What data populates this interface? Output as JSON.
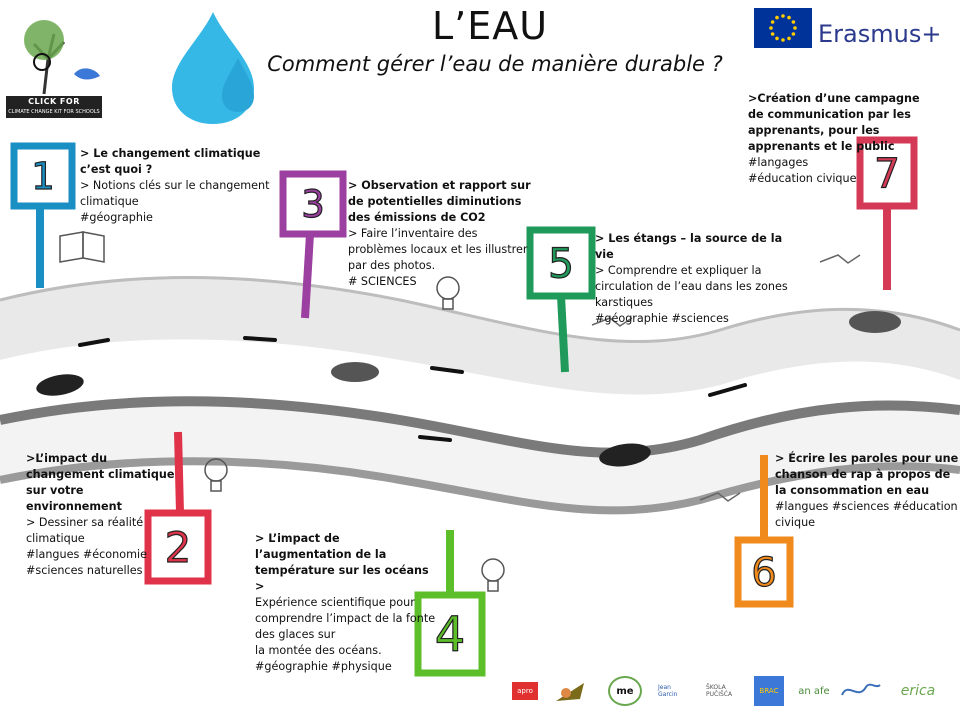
{
  "header": {
    "title": "L’EAU",
    "subtitle": "Comment gérer l’eau de manière durable ?"
  },
  "logos": {
    "click_for_schools": "CLICK FOR SCHOOLS",
    "click_for_schools_sub": "CLIMATE CHANGE KIT FOR SCHOOLS",
    "erasmus": "Erasmus+"
  },
  "stations": [
    {
      "number": "1",
      "color": "#1a8fc4",
      "heading": "> Le changement climatique  c’est quoi ?",
      "lines": [
        "> Notions clés sur le changement climatique",
        "#géographie"
      ]
    },
    {
      "number": "3",
      "color": "#9b3fa0",
      "heading": "> Observation et rapport sur de potentielles diminutions des émissions de CO2",
      "lines": [
        "> Faire l’inventaire des problèmes locaux et les illustrer par des photos.",
        "# SCIENCES"
      ]
    },
    {
      "number": "5",
      "color": "#1f9a5a",
      "heading": "> Les étangs – la source de la vie",
      "lines": [
        ">  Comprendre et expliquer la circulation de l’eau dans les zones karstiques",
        "#géographie #sciences"
      ]
    },
    {
      "number": "7",
      "color": "#d43a55",
      "heading": ">Création d’une campagne de communication par les apprenants, pour les apprenants et le public",
      "lines": [
        "#langages",
        "#éducation civique"
      ]
    },
    {
      "number": "2",
      "color": "#e0334a",
      "heading": ">L’impact  du changement climatique sur votre environnement",
      "lines": [
        "> Dessiner sa réalité climatique",
        "#langues #économie",
        "#sciences naturelles"
      ]
    },
    {
      "number": "4",
      "color": "#5cbf2a",
      "heading": "> L’impact de l’augmentation de la température sur les océans  >",
      "lines": [
        "Expérience scientifique pour comprendre  l’impact de la fonte des glaces sur",
        " la montée des océans.",
        "#géographie #physique"
      ]
    },
    {
      "number": "6",
      "color": "#f08a1c",
      "heading": "> Écrire les paroles pour une chanson de rap à propos de la consommation  en eau",
      "lines": [
        " #langues #sciences  #éducation civique"
      ]
    }
  ],
  "icons": [
    "water-drop-icon",
    "book-icon",
    "lightbulb-icon",
    "handshake-icon",
    "footprint-icon"
  ],
  "partners": [
    "apro",
    "",
    "me",
    "Jean Garcin",
    "ŠKOLA PUČIŠĆA",
    "BRAC",
    "an afe",
    "",
    "erica"
  ]
}
